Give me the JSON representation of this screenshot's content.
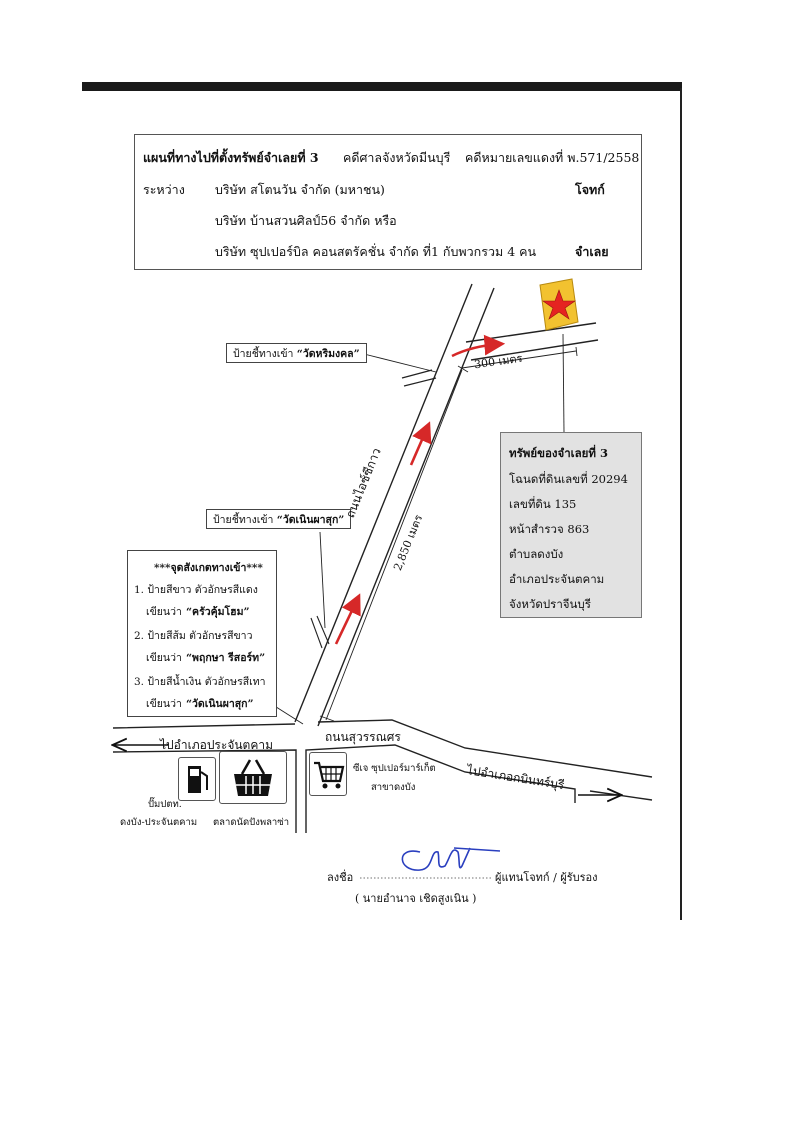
{
  "header": {
    "title": "แผนที่ทางไปที่ตั้งทรัพย์จำเลยที่ 3",
    "court": "คดีศาลจังหวัดมีนบุรี",
    "case_no": "คดีหมายเลขแดงที่ พ.571/2558",
    "between_label": "ระหว่าง",
    "party1": "บริษัท  สโตนวัน  จำกัด (มหาชน)",
    "party1_role": "โจทก์",
    "party2": "บริษัท  บ้านสวนศิลป์56  จำกัด  หรือ",
    "party3": "บริษัท  ซุปเปอร์บิล คอนสตรัคชั่น  จำกัด  ที่1 กับพวกรวม 4 คน",
    "party3_role": "จำเลย"
  },
  "map": {
    "sign_top_prefix": "ป้ายชี้ทางเข้า",
    "sign_top_name": "“วัดหริมงคล”",
    "sign_mid_prefix": "ป้ายชี้ทางเข้า",
    "sign_mid_name": "“วัดเนินผาสุก”",
    "distance_short": "300 เมตร",
    "road_name": "ถนนไอซ์ซีกาว",
    "distance_long": "2,850 เมตร",
    "main_road": "ถนนสุวรรณศร",
    "to_left": "ไปอำเภอประจันตคาม",
    "to_right": "ไปอำเภอกบินทร์บุรี",
    "gas_station": "ปั๊มปตท.",
    "gas_station_loc": "ดงบัง-ประจันตคาม",
    "market": "ตลาดนัดปังพลาซ่า",
    "supermarket": "ซีเจ ซุปเปอร์มาร์เก็ต",
    "supermarket_branch": "สาขาดงบัง"
  },
  "legend": {
    "title": "***จุดสังเกตทางเข้า***",
    "items": [
      "1. ป้ายสีขาว ตัวอักษรสีแดง",
      "เขียนว่า",
      "“ครัวคุ้มโฮม”",
      "2. ป้ายสีส้ม ตัวอักษรสีขาว",
      "เขียนว่า",
      "“พฤกษา รีสอร์ท”",
      "3. ป้ายสีน้ำเงิน ตัวอักษรสีเทา",
      "เขียนว่า",
      "“วัดเนินผาสุก”"
    ]
  },
  "property": {
    "title": "ทรัพย์ของจำเลยที่ 3",
    "deed": "โฉนดที่ดินเลขที่ 20294",
    "land_no": "เลขที่ดิน 135",
    "survey": "หน้าสำรวจ 863",
    "subdistrict": "ตำบลดงบัง",
    "district": "อำเภอประจันตคาม",
    "province": "จังหวัดปราจีนบุรี"
  },
  "signature": {
    "sign_label": "ลงชื่อ",
    "role": "ผู้แทนโจทก์ / ผู้รับรอง",
    "name": "( นายอำนาจ    เชิดสูงเนิน )"
  },
  "colors": {
    "arrow": "#d62828",
    "star": "#e52421",
    "star_bg": "#f2c230",
    "property_bg": "#e2e2e2"
  }
}
